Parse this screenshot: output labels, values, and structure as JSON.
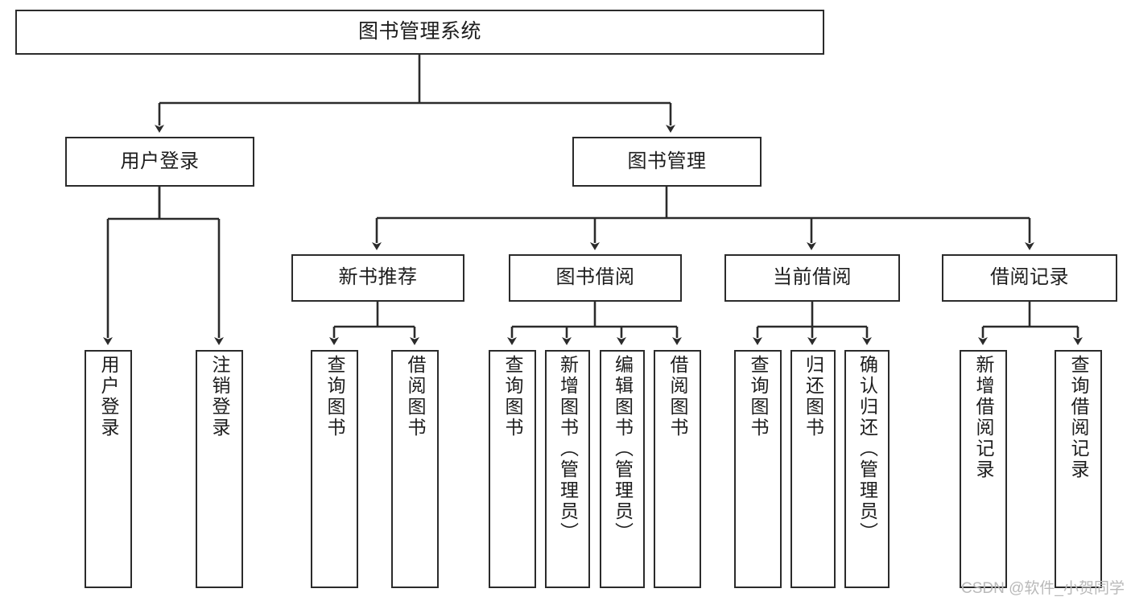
{
  "diagram": {
    "title": "图书管理系统",
    "type": "functional-structure-tree",
    "root": {
      "label": "图书管理系统"
    },
    "level2": [
      {
        "label": "用户登录"
      },
      {
        "label": "图书管理"
      }
    ],
    "level3": [
      {
        "label": "新书推荐"
      },
      {
        "label": "图书借阅"
      },
      {
        "label": "当前借阅"
      },
      {
        "label": "借阅记录"
      }
    ],
    "leaves": {
      "user_login": [
        {
          "label": "用户登录"
        },
        {
          "label": "注销登录"
        }
      ],
      "new_book_recommend": [
        {
          "label": "查询图书"
        },
        {
          "label": "借阅图书"
        }
      ],
      "book_borrow": [
        {
          "label": "查询图书"
        },
        {
          "label": "新增图书（管理员）"
        },
        {
          "label": "编辑图书（管理员）"
        },
        {
          "label": "借阅图书"
        }
      ],
      "current_borrow": [
        {
          "label": "查询图书"
        },
        {
          "label": "归还图书"
        },
        {
          "label": "确认归还（管理员）"
        }
      ],
      "borrow_record": [
        {
          "label": "新增借阅记录"
        },
        {
          "label": "查询借阅记录"
        }
      ]
    }
  },
  "watermark": {
    "text": "CSDN @软件_小贺同学"
  },
  "colors": {
    "stroke": "#2b2b2b",
    "background": "#ffffff",
    "text": "#1d1d1d",
    "watermark": "#b9b9b9"
  }
}
